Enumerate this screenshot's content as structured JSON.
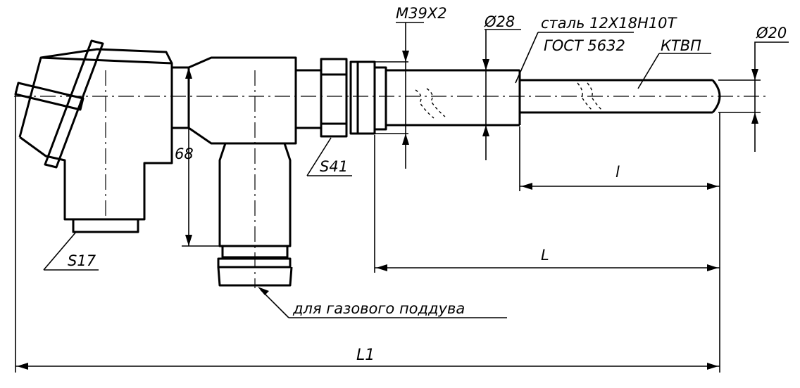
{
  "labels": {
    "thread": "M39X2",
    "dia_28": "Ø28",
    "steel": "сталь 12Х18Н10Т",
    "gost": "ГОСТ 5632",
    "ktvp": "КТВП",
    "dia_20": "Ø20",
    "dim_68": "68",
    "s41": "S41",
    "s17": "S17",
    "len_l": "l",
    "len_L": "L",
    "len_L1": "L1",
    "gas_purge": "для газового поддува"
  }
}
